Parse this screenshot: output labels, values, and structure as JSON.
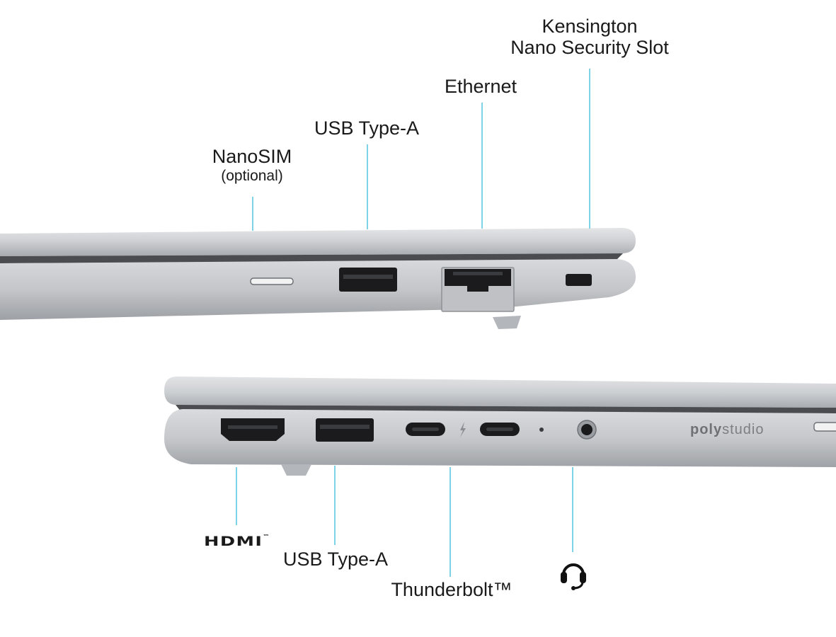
{
  "callouts_right_side": {
    "kensington": {
      "line1": "Kensington",
      "line2": "Nano Security Slot"
    },
    "ethernet": "Ethernet",
    "usb_a": "USB Type-A",
    "nanosim": {
      "main": "NanoSIM",
      "note": "(optional)"
    }
  },
  "callouts_left_side": {
    "hdmi_logo": "HDMI",
    "hdmi_tm": "™",
    "usb_a": "USB Type-A",
    "thunderbolt": "Thunderbolt™",
    "headset_icon": "headset-icon"
  },
  "branding": {
    "poly": "poly",
    "studio": "studio"
  },
  "colors": {
    "leader": "#7fd3e6",
    "chassis": "#c9cbce",
    "chassis_dark": "#a9acb0",
    "port": "#1b1b1d"
  }
}
